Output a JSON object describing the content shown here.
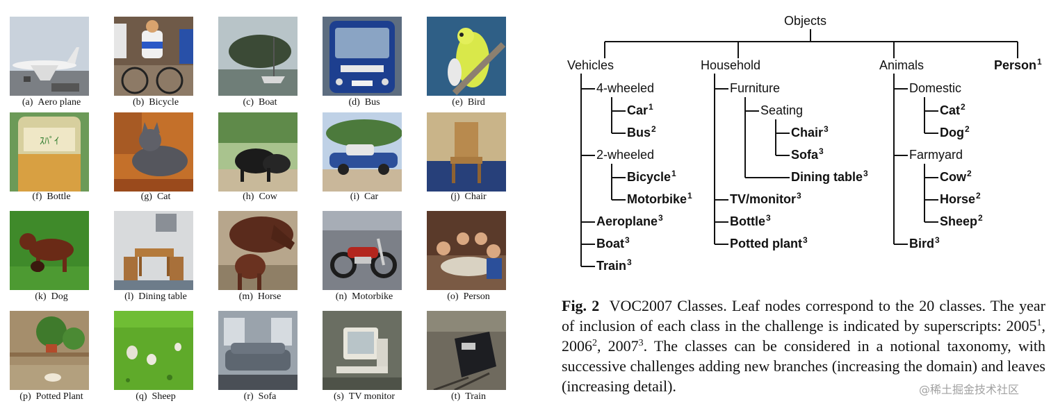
{
  "images": [
    {
      "letter": "(a)",
      "label": "Aero plane"
    },
    {
      "letter": "(b)",
      "label": "Bicycle"
    },
    {
      "letter": "(c)",
      "label": "Boat"
    },
    {
      "letter": "(d)",
      "label": "Bus"
    },
    {
      "letter": "(e)",
      "label": "Bird"
    },
    {
      "letter": "(f)",
      "label": "Bottle"
    },
    {
      "letter": "(g)",
      "label": "Cat"
    },
    {
      "letter": "(h)",
      "label": "Cow"
    },
    {
      "letter": "(i)",
      "label": "Car"
    },
    {
      "letter": "(j)",
      "label": "Chair"
    },
    {
      "letter": "(k)",
      "label": "Dog"
    },
    {
      "letter": "(l)",
      "label": "Dining table"
    },
    {
      "letter": "(m)",
      "label": "Horse"
    },
    {
      "letter": "(n)",
      "label": "Motorbike"
    },
    {
      "letter": "(o)",
      "label": "Person"
    },
    {
      "letter": "(p)",
      "label": "Potted Plant"
    },
    {
      "letter": "(q)",
      "label": "Sheep"
    },
    {
      "letter": "(r)",
      "label": "Sofa"
    },
    {
      "letter": "(s)",
      "label": "TV monitor"
    },
    {
      "letter": "(t)",
      "label": "Train"
    }
  ],
  "tree": {
    "root": "Objects",
    "vehicles": "Vehicles",
    "four_wheeled": "4-wheeled",
    "car": {
      "name": "Car",
      "year": "1"
    },
    "bus": {
      "name": "Bus",
      "year": "2"
    },
    "two_wheeled": "2-wheeled",
    "bicycle": {
      "name": "Bicycle",
      "year": "1"
    },
    "motorbike": {
      "name": "Motorbike",
      "year": "1"
    },
    "aeroplane": {
      "name": "Aeroplane",
      "year": "3"
    },
    "boat": {
      "name": "Boat",
      "year": "3"
    },
    "train": {
      "name": "Train",
      "year": "3"
    },
    "household": "Household",
    "furniture": "Furniture",
    "seating": "Seating",
    "chair": {
      "name": "Chair",
      "year": "3"
    },
    "sofa": {
      "name": "Sofa",
      "year": "3"
    },
    "dining_table": {
      "name": "Dining table",
      "year": "3"
    },
    "tv_monitor": {
      "name": "TV/monitor",
      "year": "3"
    },
    "bottle": {
      "name": "Bottle",
      "year": "3"
    },
    "potted_plant": {
      "name": "Potted plant",
      "year": "3"
    },
    "animals": "Animals",
    "domestic": "Domestic",
    "cat": {
      "name": "Cat",
      "year": "2"
    },
    "dog": {
      "name": "Dog",
      "year": "2"
    },
    "farmyard": "Farmyard",
    "cow": {
      "name": "Cow",
      "year": "2"
    },
    "horse": {
      "name": "Horse",
      "year": "2"
    },
    "sheep": {
      "name": "Sheep",
      "year": "2"
    },
    "bird": {
      "name": "Bird",
      "year": "3"
    },
    "person": {
      "name": "Person",
      "year": "1"
    }
  },
  "caption": {
    "label": "Fig. 2",
    "text1": "VOC2007 Classes. Leaf nodes correspond to the 20 classes. The year of inclusion of each class in the challenge is indicated by superscripts: 2005",
    "sup1": "1",
    "sep1": ", 2006",
    "sup2": "2",
    "sep2": ", 2007",
    "sup3": "3",
    "text2": ". The classes can be considered in a notional taxonomy, with successive challenges adding new branches (increasing the domain) and leaves (increasing detail)."
  },
  "watermark": "@稀土掘金技术社区",
  "colors": {
    "tree_line": "#111111",
    "text": "#111111"
  }
}
